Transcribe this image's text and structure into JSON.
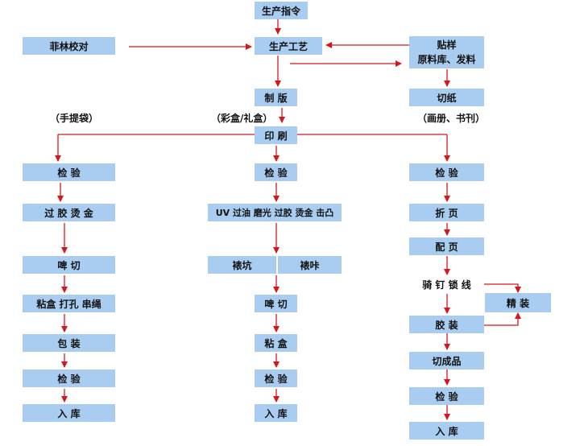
{
  "nodes": {
    "production_order": "生产指令",
    "proofreading": "菲林校对",
    "process": "生产工艺",
    "proof_sample": "贴样",
    "material": "原料库、发料",
    "plate": "制 版",
    "cut_paper": "切纸",
    "print": "印 刷",
    "left": {
      "inspect": "检 验",
      "laminate_foil": "过 胶    烫 金",
      "die_cut": "啤    切",
      "glue_punch_rope": "粘盒 打孔  串绳",
      "pack": "包    装",
      "inspect2": "检 验",
      "store": "入    库"
    },
    "middle": {
      "inspect": "检 验",
      "finishing": "UV 过油 磨光 过胶 烫金 击凸",
      "mount": "裱坑",
      "mount2": "裱咔",
      "die_cut": "啤 切",
      "glue": "粘 盒",
      "inspect2": "检 验",
      "store": "入 库"
    },
    "right": {
      "inspect": "检 验",
      "fold": "折 页",
      "collate": "配 页",
      "saddle": "骑 钉  锁 线",
      "hardcover": "精 装",
      "perfect": "胶 装",
      "cut_finished": "切成品",
      "inspect2": "检 验",
      "store": "入 库"
    }
  },
  "labels": {
    "handbag": "（手提袋）",
    "giftbox": "（彩盒/礼盒）",
    "album": "（画册、书刊）"
  },
  "colors": {
    "box": "#a9cdf0",
    "arrow": "#d6161c"
  }
}
